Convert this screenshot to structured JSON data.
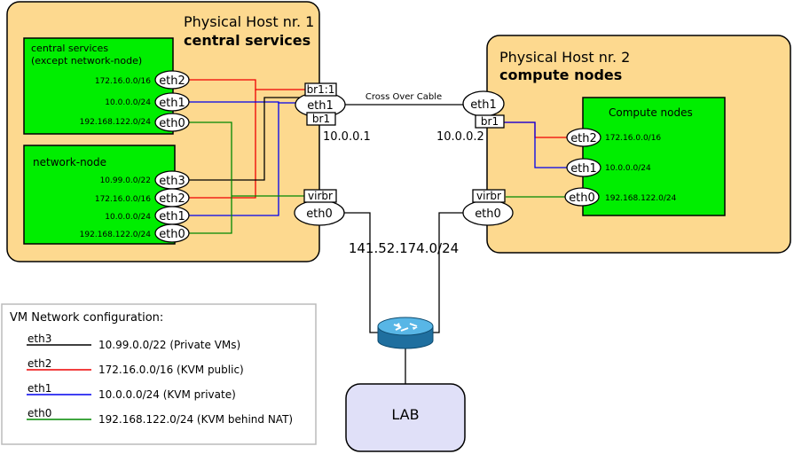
{
  "host1": {
    "title": "Physical Host nr. 1",
    "subtitle": "central services",
    "color": "#fdd98f"
  },
  "host2": {
    "title": "Physical Host nr. 2",
    "subtitle": "compute nodes",
    "color": "#fdd98f"
  },
  "vm_color": "#00ee00",
  "central": {
    "title_line1": "central services",
    "title_line2": "(except network-node)",
    "nets": [
      "172.16.0.0/16",
      "10.0.0.0/24",
      "192.168.122.0/24"
    ],
    "ifaces": [
      "eth2",
      "eth1",
      "eth0"
    ]
  },
  "netnode": {
    "title": "network-node",
    "nets": [
      "10.99.0.0/22",
      "172.16.0.0/16",
      "10.0.0.0/24",
      "192.168.122.0/24"
    ],
    "ifaces": [
      "eth3",
      "eth2",
      "eth1",
      "eth0"
    ]
  },
  "host1_ifaces": {
    "bridge_br1_1": "br1:1",
    "eth1": "eth1",
    "br1": "br1",
    "ip": "10.0.0.1",
    "virbr": "virbr",
    "eth0": "eth0"
  },
  "compute": {
    "title": "Compute nodes",
    "nets": [
      "172.16.0.0/16",
      "10.0.0.0/24",
      "192.168.122.0/24"
    ],
    "ifaces": [
      "eth2",
      "eth1",
      "eth0"
    ]
  },
  "host2_ifaces": {
    "eth1": "eth1",
    "br1": "br1",
    "ip": "10.0.0.2",
    "virbr": "virbr",
    "eth0": "eth0"
  },
  "link_label": "Cross Over Cable",
  "public_net": "141.52.174.0/24",
  "lab": "LAB",
  "legend": {
    "title": "VM Network configuration:",
    "items": [
      {
        "iface": "eth3",
        "desc": "10.99.0.0/22 (Private VMs)",
        "color": "#000000"
      },
      {
        "iface": "eth2",
        "desc": "172.16.0.0/16 (KVM public)",
        "color": "#ee0000"
      },
      {
        "iface": "eth1",
        "desc": "10.0.0.0/24 (KVM private)",
        "color": "#0000ee"
      },
      {
        "iface": "eth0",
        "desc": "192.168.122.0/24 (KVM behind NAT)",
        "color": "#008800"
      }
    ]
  },
  "icons": {
    "router": "router-icon"
  }
}
